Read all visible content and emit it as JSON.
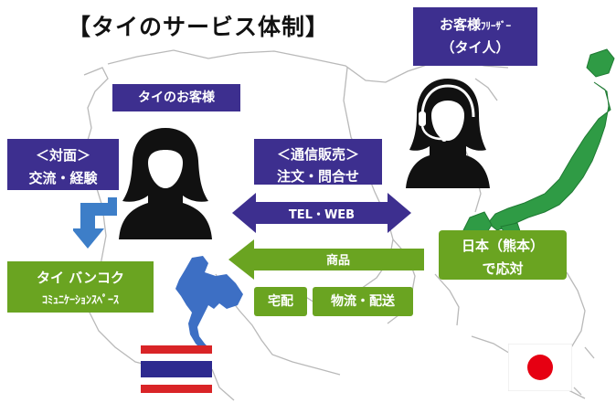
{
  "title": "【タイのサービス体制】",
  "operator_box": {
    "line1_main": "お客様",
    "line1_small": "ﾌﾘｰｻﾞｰ",
    "line2": "（タイ人）"
  },
  "customer_label": "タイのお客様",
  "face_to_face": {
    "line1": "＜対面＞",
    "line2": "交流・経験"
  },
  "mail_order": {
    "line1": "＜通信販売＞",
    "line2": "注文・問合せ"
  },
  "tel_web": "TEL・WEB",
  "product": "商品",
  "japan_box": {
    "line1": "日本（熊本）",
    "line2": "で応対"
  },
  "bangkok_box": {
    "line1": "タイ バンコク",
    "line2": "ｺﾐｭﾆｹｰｼｮﾝｽﾍﾟｰｽ"
  },
  "delivery": "宅配",
  "logistics": "物流・配送",
  "colors": {
    "purple": "#3d2f8f",
    "green": "#6aa421",
    "thai_red": "#d92427",
    "thai_blue": "#2d2a8f",
    "map_line": "#b9b9b9",
    "person": "#111111"
  },
  "icons": [
    "customer-silhouette-icon",
    "operator-headset-icon",
    "thailand-map-icon",
    "thai-flag-icon",
    "japan-flag-icon"
  ]
}
